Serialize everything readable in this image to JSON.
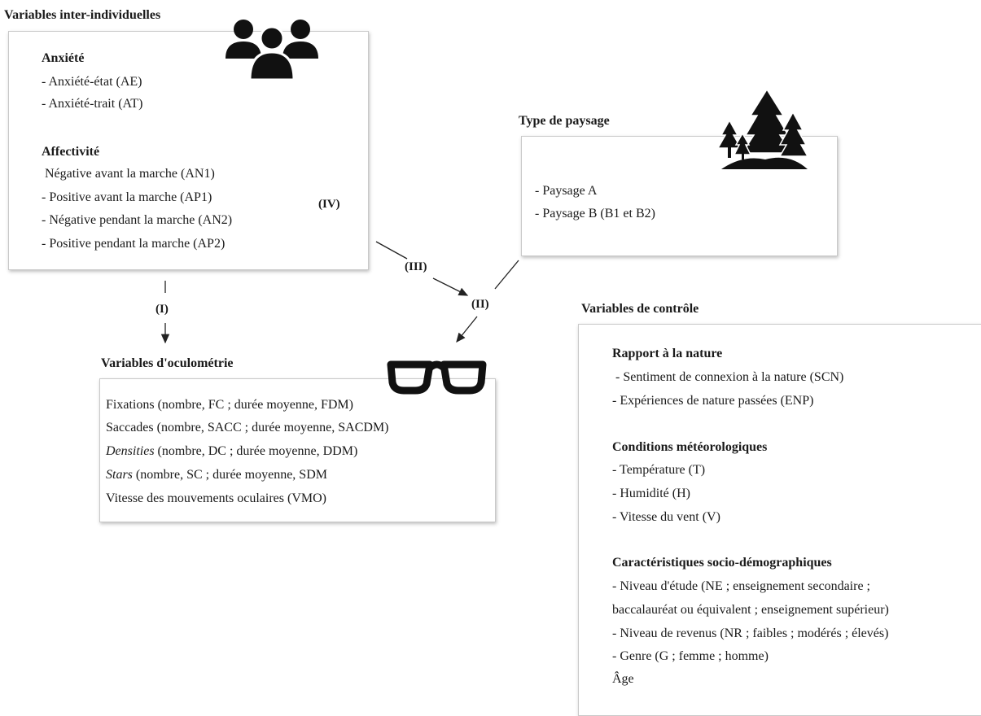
{
  "inter": {
    "title": "Variables inter-individuelles",
    "anxiete": {
      "heading": "Anxiété",
      "items": [
        "- Anxiété-état (AE)",
        "- Anxiété-trait (AT)"
      ]
    },
    "affectivite": {
      "heading": "Affectivité",
      "items": [
        " Négative avant la marche (AN1)",
        "- Positive avant la marche (AP1)",
        "- Négative pendant la marche (AN2)",
        "- Positive pendant la marche (AP2)"
      ]
    },
    "icon": "people-group-icon"
  },
  "paysage": {
    "title": "Type de paysage",
    "items": [
      "- Paysage A",
      "- Paysage B (B1 et B2)"
    ],
    "icon": "trees-icon"
  },
  "oculo": {
    "title": "Variables d'oculométrie",
    "items": [
      {
        "em": "",
        "rest": "Fixations (nombre, FC ; durée moyenne, FDM)"
      },
      {
        "em": "",
        "rest": "Saccades (nombre, SACC ; durée moyenne, SACDM)"
      },
      {
        "em": "Densities",
        "rest": " (nombre, DC ; durée moyenne, DDM)"
      },
      {
        "em": "Stars",
        "rest": " (nombre, SC ; durée moyenne, SDM"
      },
      {
        "em": "",
        "rest": "Vitesse des mouvements oculaires (VMO)"
      }
    ],
    "icon": "glasses-icon"
  },
  "controle": {
    "title": "Variables de contrôle",
    "nature": {
      "heading": "Rapport à la nature",
      "items": [
        " - Sentiment de connexion à la nature (SCN)",
        "- Expériences de nature passées (ENP)"
      ]
    },
    "meteo": {
      "heading": "Conditions météorologiques",
      "items": [
        "- Température (T)",
        "- Humidité (H)",
        "- Vitesse du vent (V)"
      ]
    },
    "socio": {
      "heading": "Caractéristiques socio-démographiques",
      "items": [
        "- Niveau d'étude (NE ; enseignement secondaire ;",
        "baccalauréat ou équivalent ; enseignement supérieur)",
        "- Niveau de revenus (NR ; faibles ; modérés ; élevés)",
        "- Genre (G ; femme ; homme)",
        "Âge"
      ]
    }
  },
  "arrows": {
    "I": "(I)",
    "II": "(II)",
    "III": "(III)",
    "IV": "(IV)"
  }
}
